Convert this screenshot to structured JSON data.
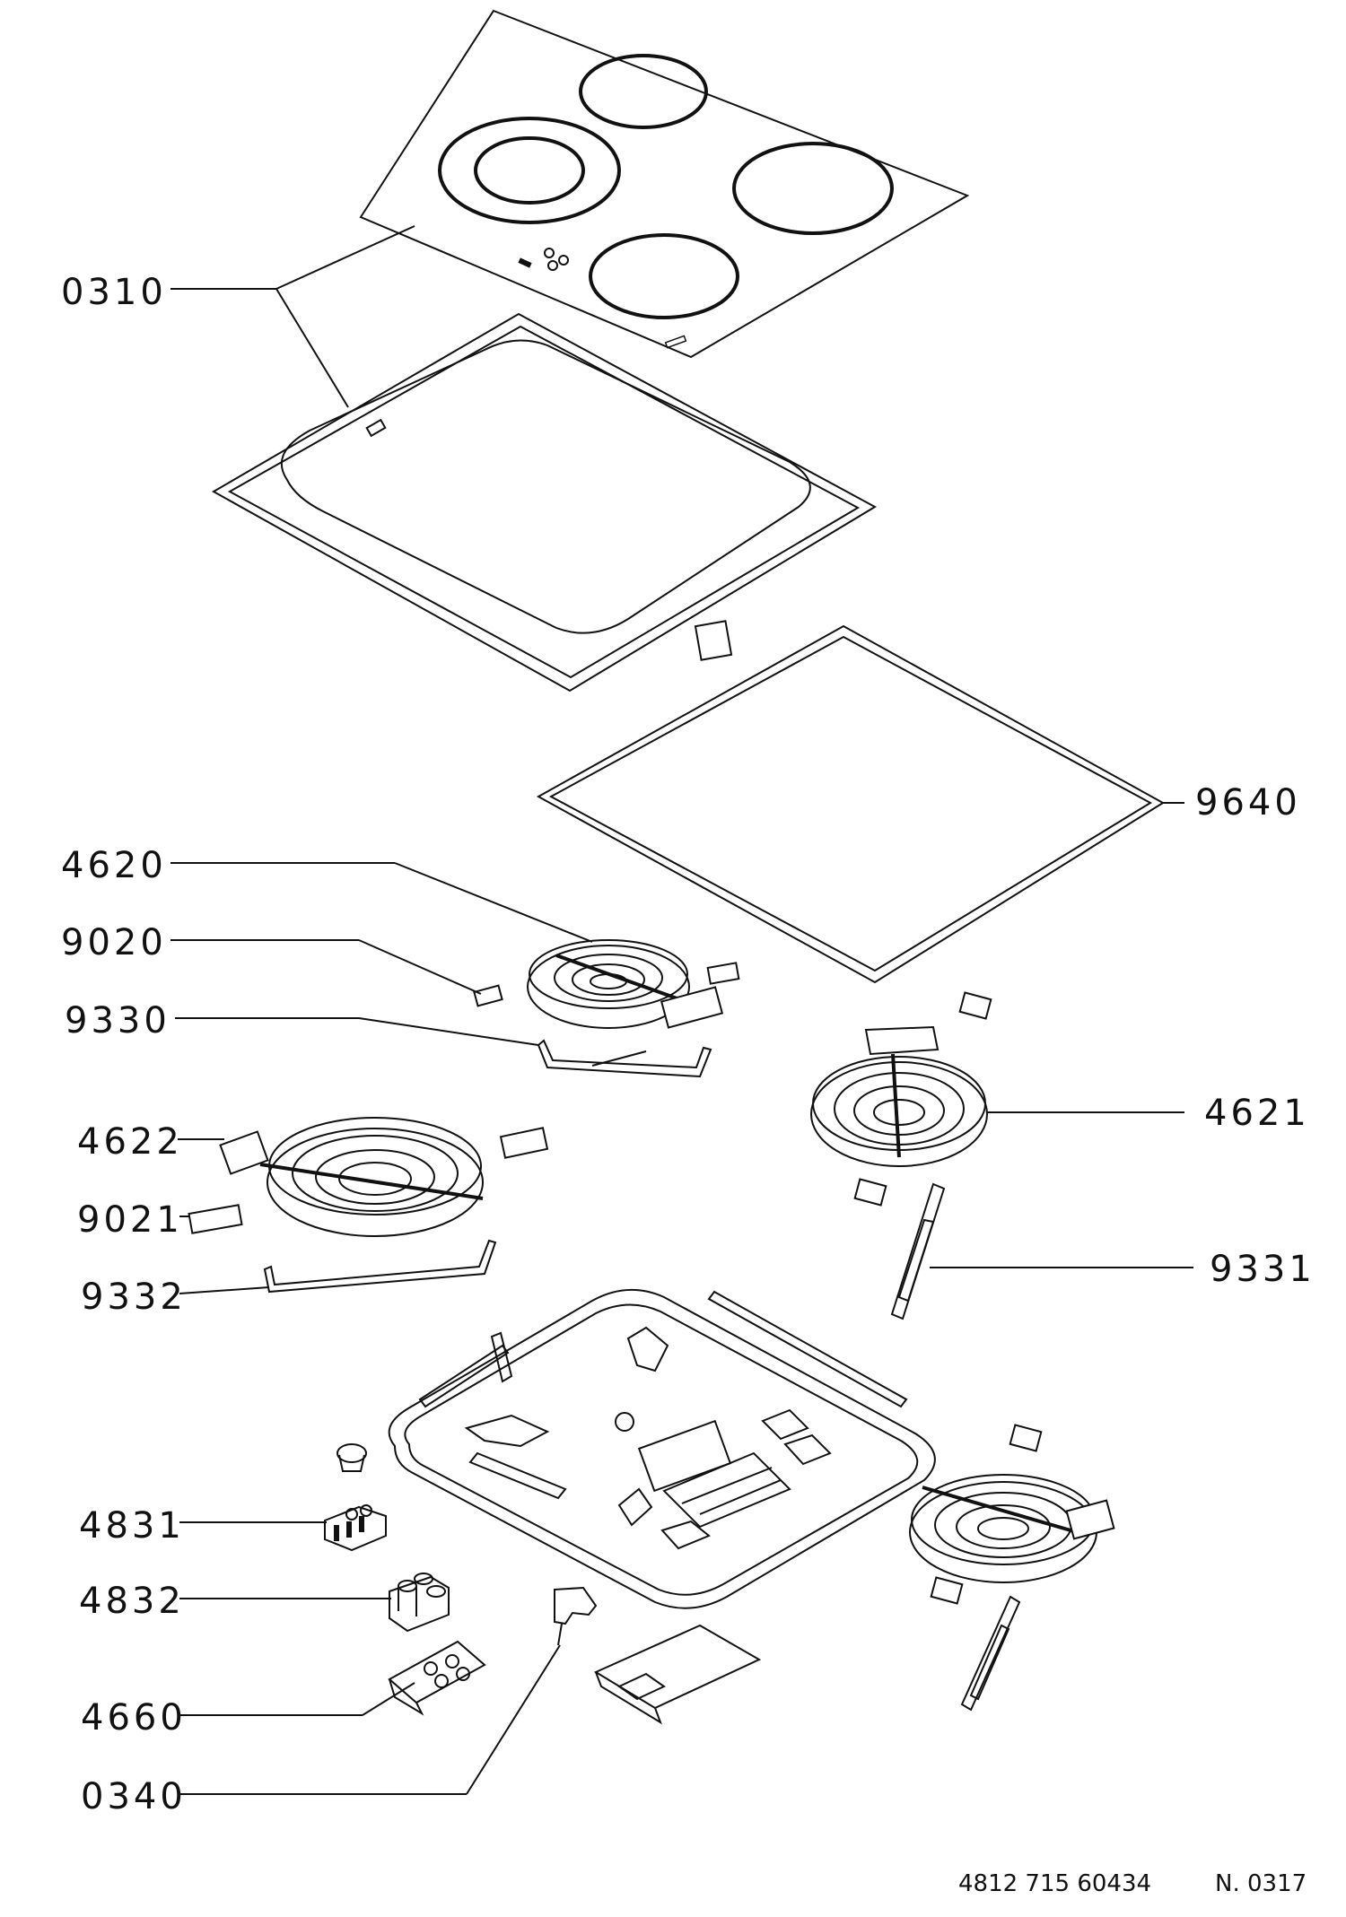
{
  "labels": {
    "p0310": "0310",
    "p9640": "9640",
    "p4620": "4620",
    "p9020": "9020",
    "p9330": "9330",
    "p4621": "4621",
    "p4622": "4622",
    "p9021": "9021",
    "p9332": "9332",
    "p9331": "9331",
    "p4831": "4831",
    "p4832": "4832",
    "p4660": "4660",
    "p0340": "0340"
  },
  "footer": {
    "part_number": "4812 715 60434",
    "revision": "N. 0317"
  }
}
